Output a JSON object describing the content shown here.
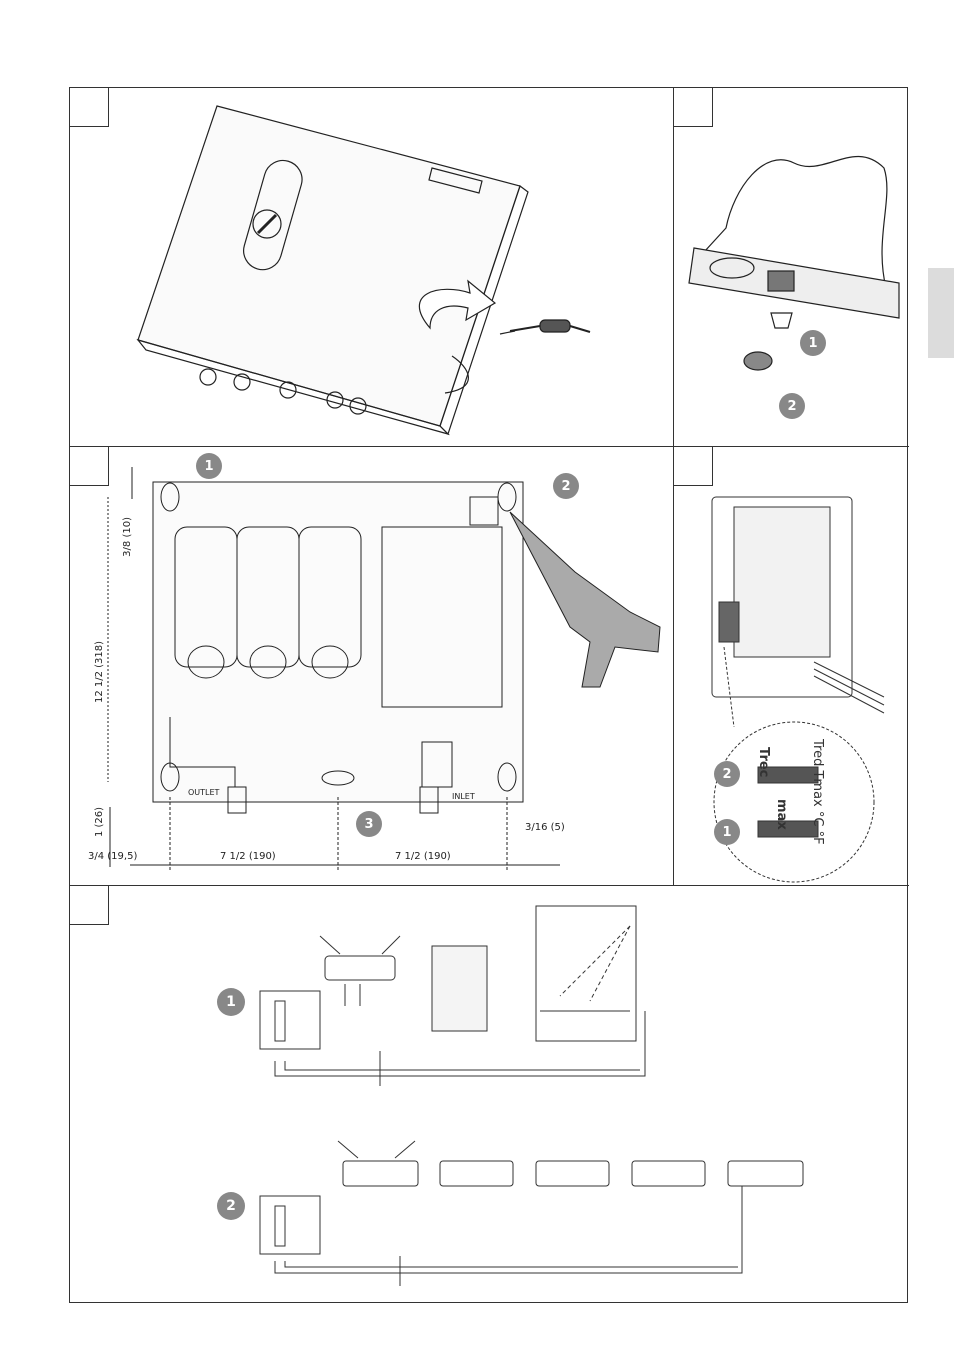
{
  "callouts": [
    "1",
    "2",
    "3"
  ],
  "labels": {
    "outlet": "OUTLET",
    "inlet": "INLET",
    "dim_3_8": "3/8 (10)",
    "dim_12_1_2": "12 1/2 (318)",
    "dim_1": "1 (26)",
    "dim_3_4": "3/4 (19,5)",
    "dim_7_1_2": "7 1/2 (190)",
    "dim_3_16": "3/16 (5)",
    "thermostat_text": "Tred Tmax °C °F",
    "tmax_label": "max",
    "tred_label": "Trec"
  }
}
